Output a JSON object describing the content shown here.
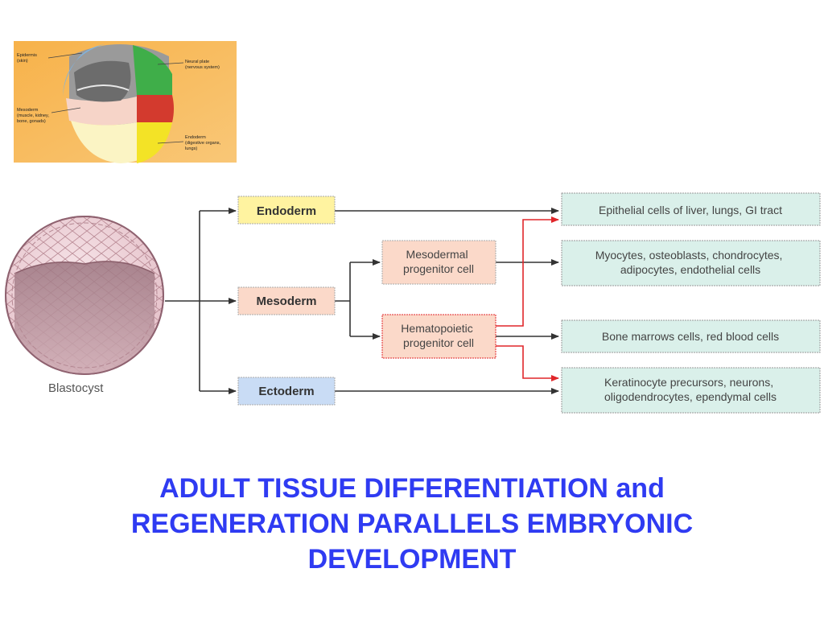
{
  "slide": {
    "title_lines": [
      "ADULT TISSUE DIFFERENTIATION and",
      "REGENERATION PARALLELS EMBRYONIC",
      "DEVELOPMENT"
    ]
  },
  "embryo_inset": {
    "labels": {
      "epidermis": [
        "Epidermis",
        "(skin)"
      ],
      "mesoderm": [
        "Mesoderm",
        "(muscle, kidney,",
        "bone, gonads)"
      ],
      "neural_plate": [
        "Neural plate",
        "(nervous system)"
      ],
      "endoderm": [
        "Endoderm",
        "(digestive organs,",
        "lungs)"
      ]
    }
  },
  "blastocyst": {
    "label": "Blastocyst"
  },
  "germ_layers": {
    "endoderm": "Endoderm",
    "mesoderm": "Mesoderm",
    "ectoderm": "Ectoderm"
  },
  "progenitors": {
    "mesodermal": [
      "Mesodermal",
      "progenitor cell"
    ],
    "hematopoietic": [
      "Hematopoietic",
      "progenitor cell"
    ]
  },
  "outcomes": {
    "epithelial": [
      "Epithelial cells of liver, lungs, GI tract"
    ],
    "myocytes": [
      "Myocytes, osteoblasts, chondrocytes,",
      "adipocytes, endothelial cells"
    ],
    "bone_marrow": [
      "Bone marrows cells, red blood cells"
    ],
    "keratinocyte": [
      "Keratinocyte precursors, neurons,",
      "oligodendrocytes, ependymal cells"
    ]
  },
  "colors": {
    "title": "#2f3bf2",
    "endoderm_fill": "#fff3a0",
    "mesoderm_fill": "#fbd9c9",
    "ectoderm_fill": "#c9dcf5",
    "outcome_fill": "#daf0ea",
    "black_arrow": "#333333",
    "red_arrow": "#e0262a"
  }
}
